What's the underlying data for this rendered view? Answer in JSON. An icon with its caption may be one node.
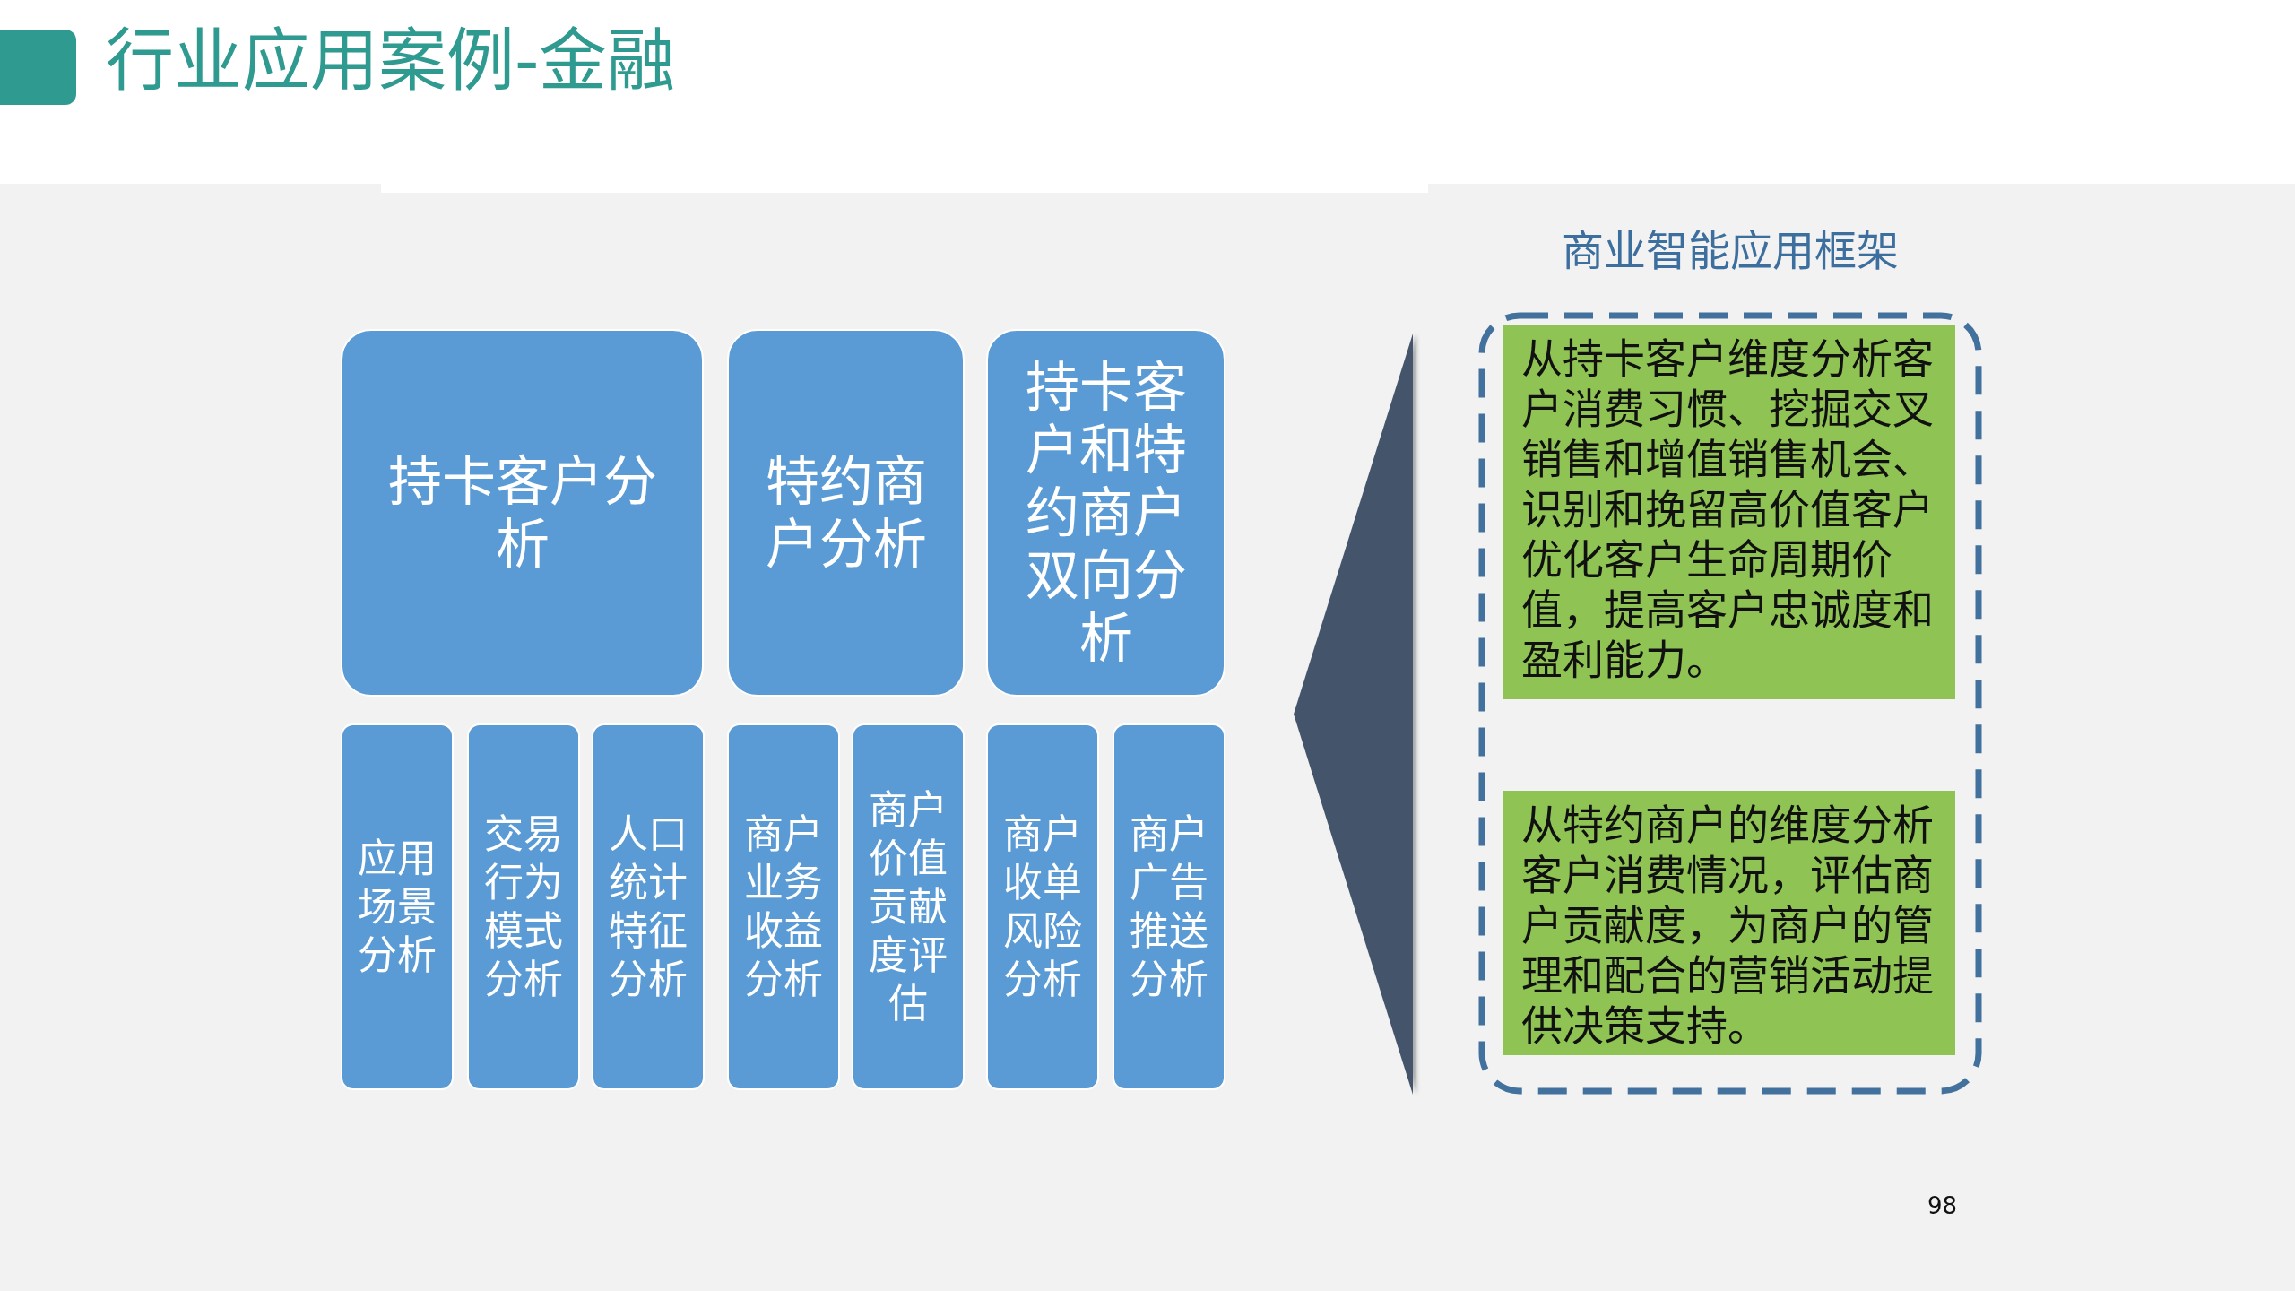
{
  "diagram": {
    "title": "行业应用案例-金融",
    "nodes": [
      {
        "text": [
          "持卡客户分析"
        ]
      },
      {
        "text": [
          "特约商户分析"
        ]
      },
      {
        "text": [
          "持卡客户和特约商户双向分析"
        ]
      },
      {
        "text": [
          "应用场景分析"
        ]
      },
      {
        "text": [
          "交易行为模式分析"
        ]
      },
      {
        "text": [
          "人口统计特征分析"
        ]
      },
      {
        "text": [
          "商户业务收益分析"
        ]
      },
      {
        "text": [
          "商户价值贡献度评估"
        ]
      },
      {
        "text": [
          "商户收单风险分析"
        ]
      },
      {
        "text": [
          "商户广告推送分析"
        ]
      },
      {
        "text": [],
        "shape": "triangle"
      },
      {
        "text": [
          "商业智能应用框架"
        ]
      },
      {
        "text": [
          "从持卡客户维度分析客户消费习惯、挖掘交叉销售和增值销售机会、识别和挽留高价值客户优化客户生命周期价值，提高客户忠诚度和盈利能力。"
        ],
        "in": 11
      },
      {
        "text": [
          "从特约商户的维度分析客户消费情况，评估商户贡献度，为商户的管理和配合的营销活动提供决策支持。"
        ],
        "in": 11
      }
    ],
    "labels": [
      "98"
    ]
  }
}
